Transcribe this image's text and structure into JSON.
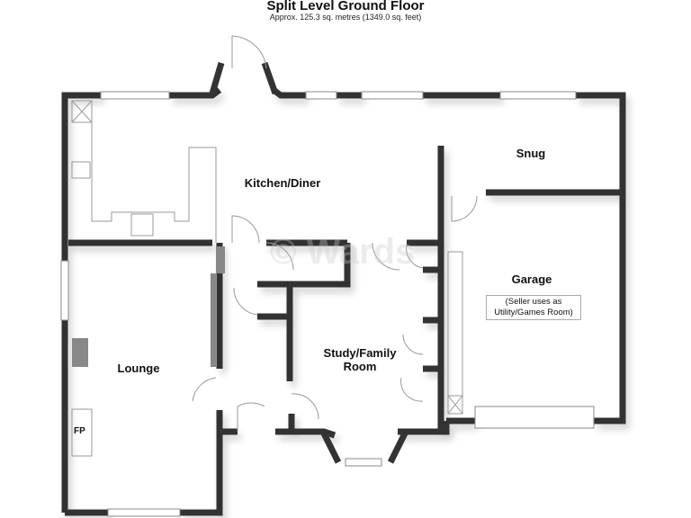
{
  "header": {
    "title": "Split Level Ground Floor",
    "subtitle": "Approx. 125.3 sq. metres (1349.0 sq. feet)"
  },
  "rooms": {
    "kitchen": {
      "label": "Kitchen/Diner"
    },
    "snug": {
      "label": "Snug"
    },
    "garage": {
      "label": "Garage",
      "note_line1": "(Seller uses as",
      "note_line2": "Utility/Games Room)"
    },
    "lounge": {
      "label": "Lounge",
      "fireplace": "FP"
    },
    "study": {
      "label_line1": "Study/Family",
      "label_line2": "Room"
    }
  },
  "watermark": "© Wards",
  "colors": {
    "wall": "#3a3a3a",
    "wall_fill": "#808080",
    "line": "#999999"
  }
}
